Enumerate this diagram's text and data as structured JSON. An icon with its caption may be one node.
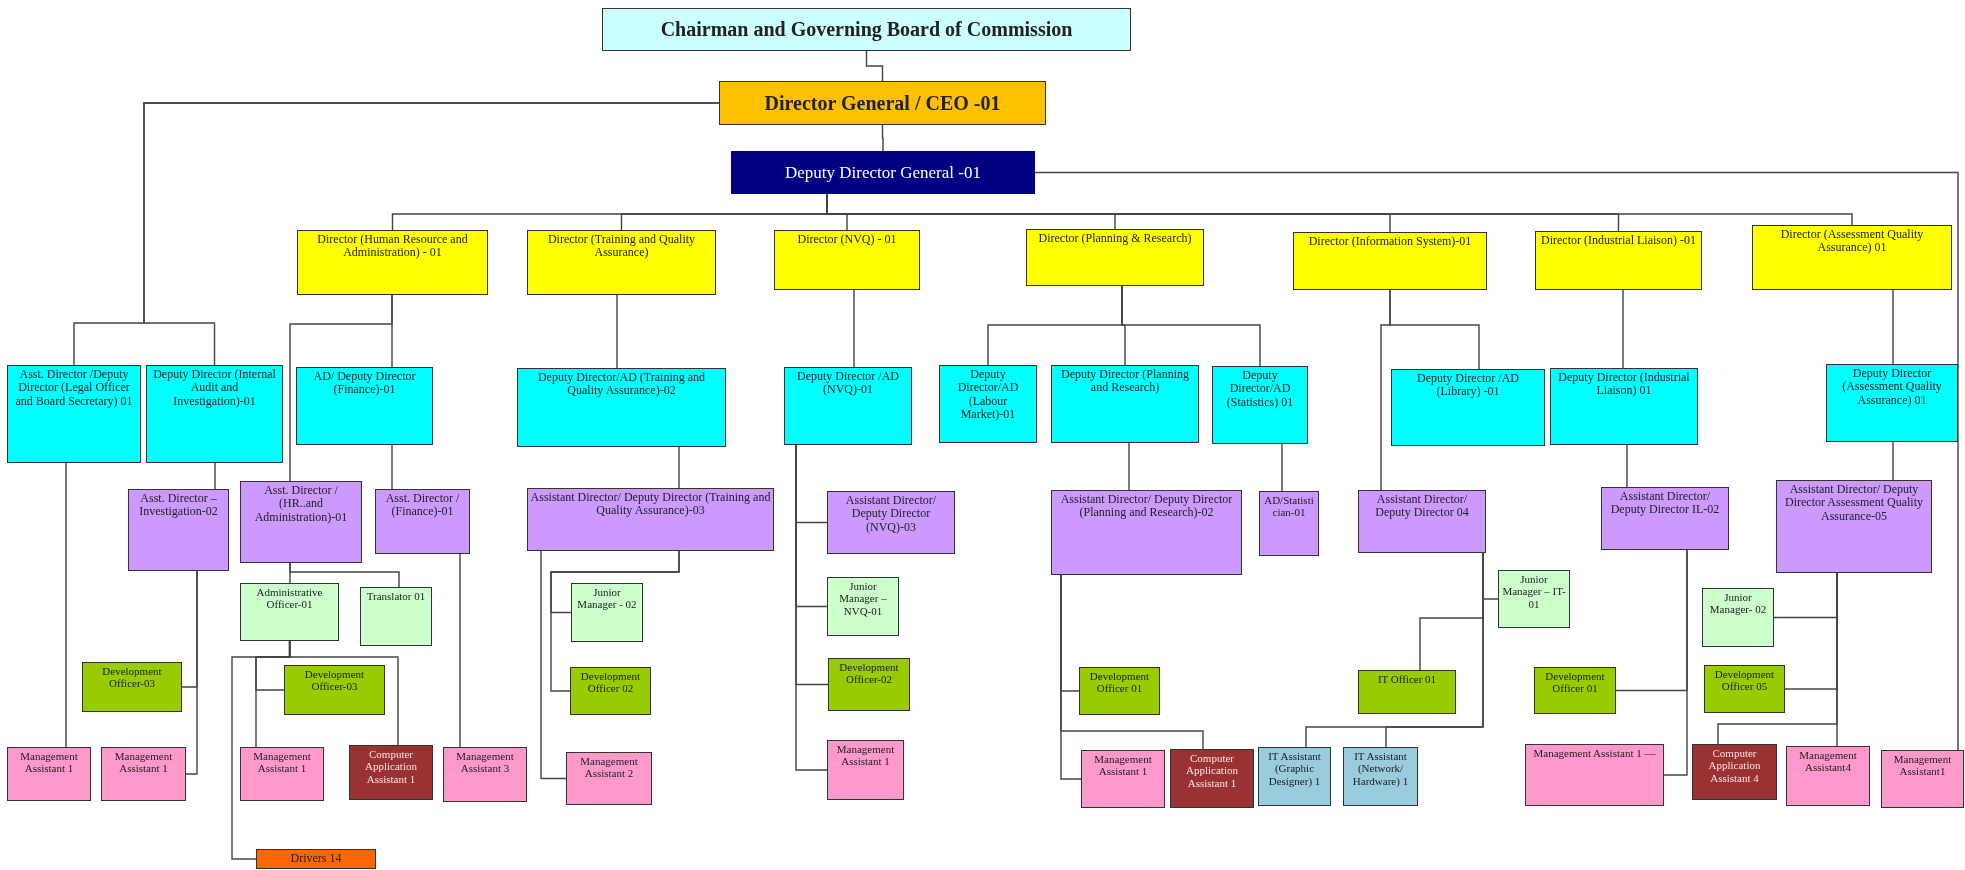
{
  "diagram": {
    "nodes": [
      {
        "text": [
          "Chairman and Governing Board of Commission"
        ]
      },
      {
        "text": [
          "Director General / CEO -01"
        ]
      },
      {
        "text": [
          "Deputy Director General -01"
        ]
      },
      {
        "text": [
          "Director (Human Resource and Administration) - 01"
        ]
      },
      {
        "text": [
          "Director (Training and Quality Assurance)"
        ]
      },
      {
        "text": [
          "Director (NVQ) - 01"
        ]
      },
      {
        "text": [
          "Director (Planning & Research)"
        ]
      },
      {
        "text": [
          "Director (Information System)-01"
        ]
      },
      {
        "text": [
          "Director (Industrial Liaison) -01"
        ]
      },
      {
        "text": [
          "Director (Assessment Quality Assurance) 01"
        ]
      },
      {
        "text": [
          "Asst. Director /Deputy Director (Legal Officer and Board Secretary) 01"
        ]
      },
      {
        "text": [
          "Deputy Director (Internal Audit and Investigation)-01"
        ]
      },
      {
        "text": [
          "AD/ Deputy Director (Finance)-01"
        ]
      },
      {
        "text": [
          "Deputy Director/AD (Training and Quality Assurance)-02"
        ]
      },
      {
        "text": [
          "Deputy Director /AD (NVQ)-01"
        ]
      },
      {
        "text": [
          "Deputy Director/AD (Labour Market)-01"
        ]
      },
      {
        "text": [
          "Deputy Director (Planning and Research)"
        ]
      },
      {
        "text": [
          "Deputy Director/AD (Statistics) 01"
        ]
      },
      {
        "text": [
          "Deputy Director /AD (Library) -01"
        ]
      },
      {
        "text": [
          "Deputy Director (Industrial Liaison) 01"
        ]
      },
      {
        "text": [
          "Deputy Director (Assessment Quality Assurance) 01"
        ]
      },
      {
        "text": [
          "Asst. Director – Investigation-02"
        ]
      },
      {
        "text": [
          "Asst. Director / (HR..and Administration)-01"
        ]
      },
      {
        "text": [
          "Asst. Director / (Finance)-01"
        ]
      },
      {
        "text": [
          "Assistant Director/ Deputy Director (Training and Quality Assurance)-03"
        ]
      },
      {
        "text": [
          "Assistant Director/ Deputy Director (NVQ)-03"
        ]
      },
      {
        "text": [
          "Assistant Director/ Deputy Director (Planning and Research)-02"
        ]
      },
      {
        "text": [
          "AD/Statistician-01"
        ]
      },
      {
        "text": [
          "Assistant Director/ Deputy Director 04"
        ]
      },
      {
        "text": [
          "Assistant Director/ Deputy Director IL-02"
        ]
      },
      {
        "text": [
          "Assistant Director/ Deputy Director Assessment Quality Assurance-05"
        ]
      },
      {
        "text": [
          "Administrative Officer-01"
        ]
      },
      {
        "text": [
          "Translator 01"
        ]
      },
      {
        "text": [
          "Junior Manager - 02"
        ]
      },
      {
        "text": [
          "Junior Manager – NVQ-01"
        ]
      },
      {
        "text": [
          "Junior Manager – IT-01"
        ]
      },
      {
        "text": [
          "Junior Manager- 02"
        ]
      },
      {
        "text": [
          "Development Officer-03"
        ]
      },
      {
        "text": [
          "Development Officer-03"
        ]
      },
      {
        "text": [
          "Development Officer 02"
        ]
      },
      {
        "text": [
          "Development Officer-02"
        ]
      },
      {
        "text": [
          "Development Officer 01"
        ]
      },
      {
        "text": [
          "IT Officer 01"
        ]
      },
      {
        "text": [
          "Development Officer 01"
        ]
      },
      {
        "text": [
          "Development Officer 05"
        ]
      },
      {
        "text": [
          "Management Assistant 1"
        ]
      },
      {
        "text": [
          "Management Assistant 1"
        ]
      },
      {
        "text": [
          "Management Assistant 1"
        ]
      },
      {
        "text": [
          "Computer Application Assistant 1"
        ]
      },
      {
        "text": [
          "Management Assistant 3"
        ]
      },
      {
        "text": [
          "Management Assistant 2"
        ]
      },
      {
        "text": [
          "Management Assistant 1"
        ]
      },
      {
        "text": [
          "Management Assistant 1"
        ]
      },
      {
        "text": [
          "Computer Application Assistant 1"
        ]
      },
      {
        "text": [
          "IT Assistant (Graphic Designer) 1"
        ]
      },
      {
        "text": [
          "IT Assistant (Network/ Hardware) 1"
        ]
      },
      {
        "text": [
          "Management Assistant 1 —"
        ]
      },
      {
        "text": [
          "Computer Application Assistant 4"
        ]
      },
      {
        "text": [
          "Management Assistant4"
        ]
      },
      {
        "text": [
          "Management Assistant1"
        ]
      },
      {
        "text": [
          "Drivers 14"
        ]
      }
    ],
    "edges": [
      {
        "from": 0,
        "to": 1,
        "arrow": "none"
      },
      {
        "from": 1,
        "to": 2,
        "arrow": "none"
      },
      {
        "from": 2,
        "to": 3,
        "arrow": "none"
      },
      {
        "from": 2,
        "to": 4,
        "arrow": "none"
      },
      {
        "from": 2,
        "to": 5,
        "arrow": "none"
      },
      {
        "from": 2,
        "to": 6,
        "arrow": "none"
      },
      {
        "from": 2,
        "to": 7,
        "arrow": "none"
      },
      {
        "from": 2,
        "to": 8,
        "arrow": "none"
      },
      {
        "from": 2,
        "to": 9,
        "arrow": "none"
      },
      {
        "from": 1,
        "to": 10,
        "arrow": "none"
      },
      {
        "from": 1,
        "to": 11,
        "arrow": "none"
      },
      {
        "from": 2,
        "to": 59,
        "arrow": "none"
      },
      {
        "from": 3,
        "to": 12,
        "arrow": "none"
      },
      {
        "from": 3,
        "to": 22,
        "arrow": "none"
      },
      {
        "from": 4,
        "to": 13,
        "arrow": "none"
      },
      {
        "from": 5,
        "to": 14,
        "arrow": "none"
      },
      {
        "from": 6,
        "to": 15,
        "arrow": "none"
      },
      {
        "from": 6,
        "to": 16,
        "arrow": "none"
      },
      {
        "from": 6,
        "to": 17,
        "arrow": "none"
      },
      {
        "from": 7,
        "to": 18,
        "arrow": "none"
      },
      {
        "from": 7,
        "to": 28,
        "arrow": "none"
      },
      {
        "from": 8,
        "to": 19,
        "arrow": "none"
      },
      {
        "from": 9,
        "to": 20,
        "arrow": "none"
      },
      {
        "from": 10,
        "to": 45,
        "arrow": "none"
      },
      {
        "from": 11,
        "to": 21,
        "arrow": "none"
      },
      {
        "from": 21,
        "to": 37,
        "arrow": "none"
      },
      {
        "from": 21,
        "to": 46,
        "arrow": "none"
      },
      {
        "from": 12,
        "to": 23,
        "arrow": "none"
      },
      {
        "from": 23,
        "to": 49,
        "arrow": "none"
      },
      {
        "from": 22,
        "to": 31,
        "arrow": "none"
      },
      {
        "from": 22,
        "to": 32,
        "arrow": "none"
      },
      {
        "from": 31,
        "to": 38,
        "arrow": "none"
      },
      {
        "from": 31,
        "to": 47,
        "arrow": "none"
      },
      {
        "from": 31,
        "to": 48,
        "arrow": "none"
      },
      {
        "from": 31,
        "to": 60,
        "arrow": "none"
      },
      {
        "from": 13,
        "to": 24,
        "arrow": "none"
      },
      {
        "from": 24,
        "to": 33,
        "arrow": "none"
      },
      {
        "from": 24,
        "to": 39,
        "arrow": "none"
      },
      {
        "from": 24,
        "to": 50,
        "arrow": "none"
      },
      {
        "from": 14,
        "to": 25,
        "arrow": "none"
      },
      {
        "from": 14,
        "to": 34,
        "arrow": "none"
      },
      {
        "from": 14,
        "to": 40,
        "arrow": "none"
      },
      {
        "from": 14,
        "to": 51,
        "arrow": "none"
      },
      {
        "from": 16,
        "to": 26,
        "arrow": "none"
      },
      {
        "from": 17,
        "to": 27,
        "arrow": "none"
      },
      {
        "from": 26,
        "to": 41,
        "arrow": "none"
      },
      {
        "from": 26,
        "to": 52,
        "arrow": "none"
      },
      {
        "from": 26,
        "to": 53,
        "arrow": "none"
      },
      {
        "from": 28,
        "to": 35,
        "arrow": "none"
      },
      {
        "from": 28,
        "to": 42,
        "arrow": "none"
      },
      {
        "from": 28,
        "to": 54,
        "arrow": "none"
      },
      {
        "from": 28,
        "to": 55,
        "arrow": "none"
      },
      {
        "from": 19,
        "to": 29,
        "arrow": "none"
      },
      {
        "from": 29,
        "to": 43,
        "arrow": "none"
      },
      {
        "from": 29,
        "to": 56,
        "arrow": "none"
      },
      {
        "from": 20,
        "to": 30,
        "arrow": "none"
      },
      {
        "from": 30,
        "to": 36,
        "arrow": "none"
      },
      {
        "from": 30,
        "to": 44,
        "arrow": "none"
      },
      {
        "from": 30,
        "to": 57,
        "arrow": "none"
      },
      {
        "from": 30,
        "to": 58,
        "arrow": "none"
      }
    ]
  }
}
